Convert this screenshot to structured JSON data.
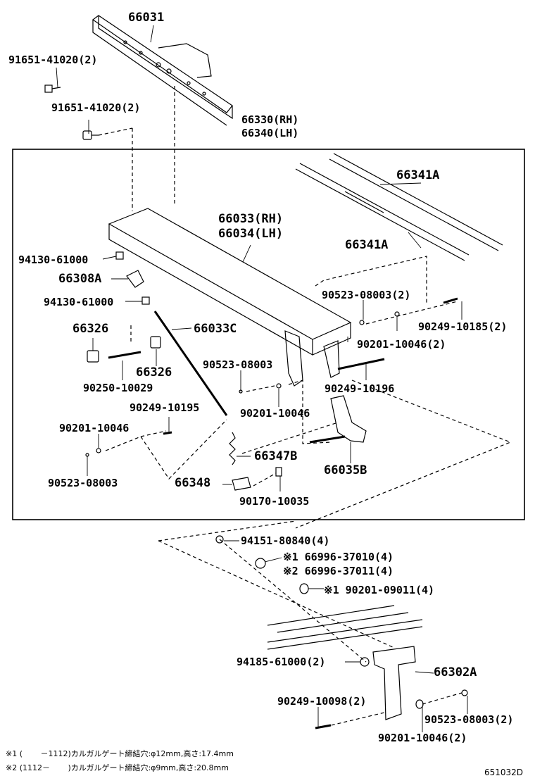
{
  "labels": {
    "p66031": "66031",
    "p91651_a": "91651-41020(2)",
    "p91651_b": "91651-41020(2)",
    "p66330": "66330(RH)",
    "p66340": "66340(LH)",
    "p66341A_a": "66341A",
    "p66341A_b": "66341A",
    "p66033": "66033(RH)",
    "p66034": "66034(LH)",
    "p94130_a": "94130-61000",
    "p66308A": "66308A",
    "p94130_b": "94130-61000",
    "p90523_08003_2": "90523-08003(2)",
    "p90249_10185": "90249-10185(2)",
    "p90201_10046_2": "90201-10046(2)",
    "p66326_a": "66326",
    "p66033C": "66033C",
    "p66326_b": "66326",
    "p90523_08003_b": "90523-08003",
    "p90249_10196": "90249-10196",
    "p90250_10029": "90250-10029",
    "p90201_10046_b": "90201-10046",
    "p90249_10195": "90249-10195",
    "p90201_10046_c": "90201-10046",
    "p66347B": "66347B",
    "p66035B": "66035B",
    "p90523_08003_c": "90523-08003",
    "p66348": "66348",
    "p90170_10035": "90170-10035",
    "p94151": "94151-80840(4)",
    "p66996_1": "※1 66996-37010(4)",
    "p66996_2": "※2 66996-37011(4)",
    "p90201_09011": "※1 90201-09011(4)",
    "p94185": "94185-61000(2)",
    "p66302A": "66302A",
    "p90249_10098": "90249-10098(2)",
    "p90523_08003_d": "90523-08003(2)",
    "p90201_10046_d": "90201-10046(2)"
  },
  "footnotes": {
    "note1": "※1 (　　 －1112)カルガルゲート締結穴:φ12mm,高さ:17.4mm",
    "note2": "※2 (1112－　　 )カルガルゲート締結穴:φ9mm,高さ:20.8mm"
  },
  "diagram_id": "651032D"
}
